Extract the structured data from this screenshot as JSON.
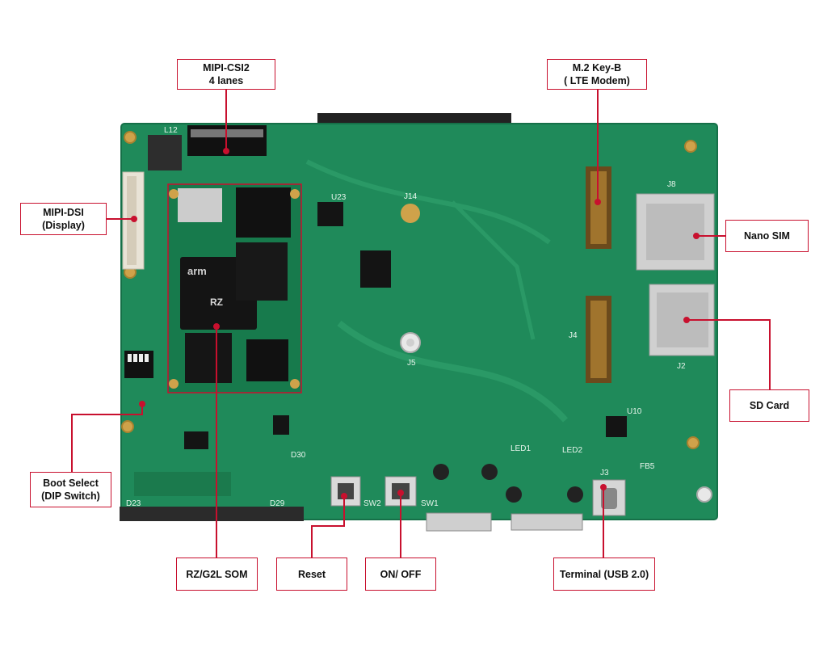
{
  "diagram": {
    "colors": {
      "pcb": "#1f8a5a",
      "pcb_dark": "#167048",
      "accent": "#c8102e",
      "chip": "#1a1a1a"
    },
    "labels": {
      "mipi_csi2": "MIPI-CSI2\n4 lanes",
      "m2_keyb": "M.2 Key-B\n( LTE Modem)",
      "mipi_dsi": "MIPI-DSI\n(Display)",
      "nano_sim": "Nano SIM",
      "sd_card": "SD Card",
      "boot_select": "Boot Select\n(DIP Switch)",
      "rz_som": "RZ/G2L SOM",
      "reset": "Reset",
      "on_off": "ON/ OFF",
      "terminal": "Terminal (USB 2.0)"
    },
    "silkscreen": {
      "j8": "J8",
      "j2": "J2",
      "j3": "J3",
      "j4": "J4",
      "j5": "J5",
      "j14": "J14",
      "sw1": "SW1",
      "sw2": "SW2",
      "led1": "LED1",
      "led2": "LED2",
      "l12": "L12",
      "u10": "U10",
      "u23": "U23",
      "d30": "D30",
      "d29": "D29",
      "d23": "D23",
      "fb5": "FB5",
      "arm": "arm",
      "rz": "RZ"
    }
  }
}
